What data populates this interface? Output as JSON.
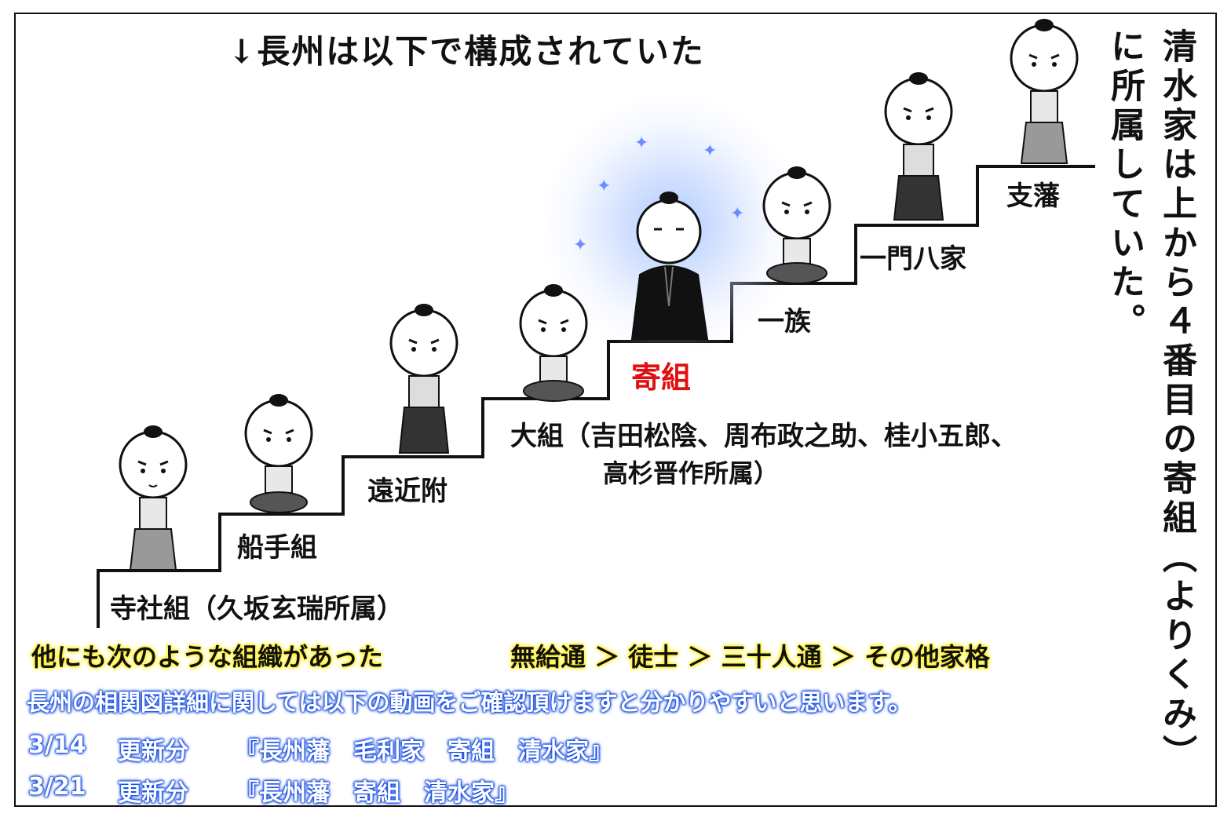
{
  "headline": "↓長州は以下で構成されていた",
  "steps": [
    {
      "label": "寺社組（久坂玄瑞所属）"
    },
    {
      "label": "船手組"
    },
    {
      "label": "遠近附"
    },
    {
      "label": "大組（吉田松陰、周布政之助、桂小五郎、"
    },
    {
      "label": "寄組",
      "highlight_color": "#e01010"
    },
    {
      "label": "一族"
    },
    {
      "label": "一門八家"
    },
    {
      "label": "支藩"
    }
  ],
  "ogumi_note_line2": "高杉晋作所属）",
  "vertical_text": {
    "col1": "清水家は上から４番目の寄組（よりくみ）",
    "col2": "に所属していた。"
  },
  "other_orgs": {
    "intro": "他にも次のような組織があった",
    "ranking": "無給通 ＞ 徒士 ＞ 三十人通 ＞ その他家格"
  },
  "video_note": "長州の相関図詳細に関しては以下の動画をご確認頂けますと分かりやすいと思います。",
  "updates": [
    {
      "date": "3/14",
      "label": "更新分",
      "title": "『長州藩　毛利家　寄組　清水家』"
    },
    {
      "date": "3/21",
      "label": "更新分",
      "title": "『長州藩　寄組　清水家』"
    }
  ],
  "colors": {
    "highlight_red": "#e01010",
    "marker_yellow": "#fff23a",
    "marker_blue": "#1a4fe0"
  },
  "icons": {
    "figure": "samurai-figure-icon"
  }
}
